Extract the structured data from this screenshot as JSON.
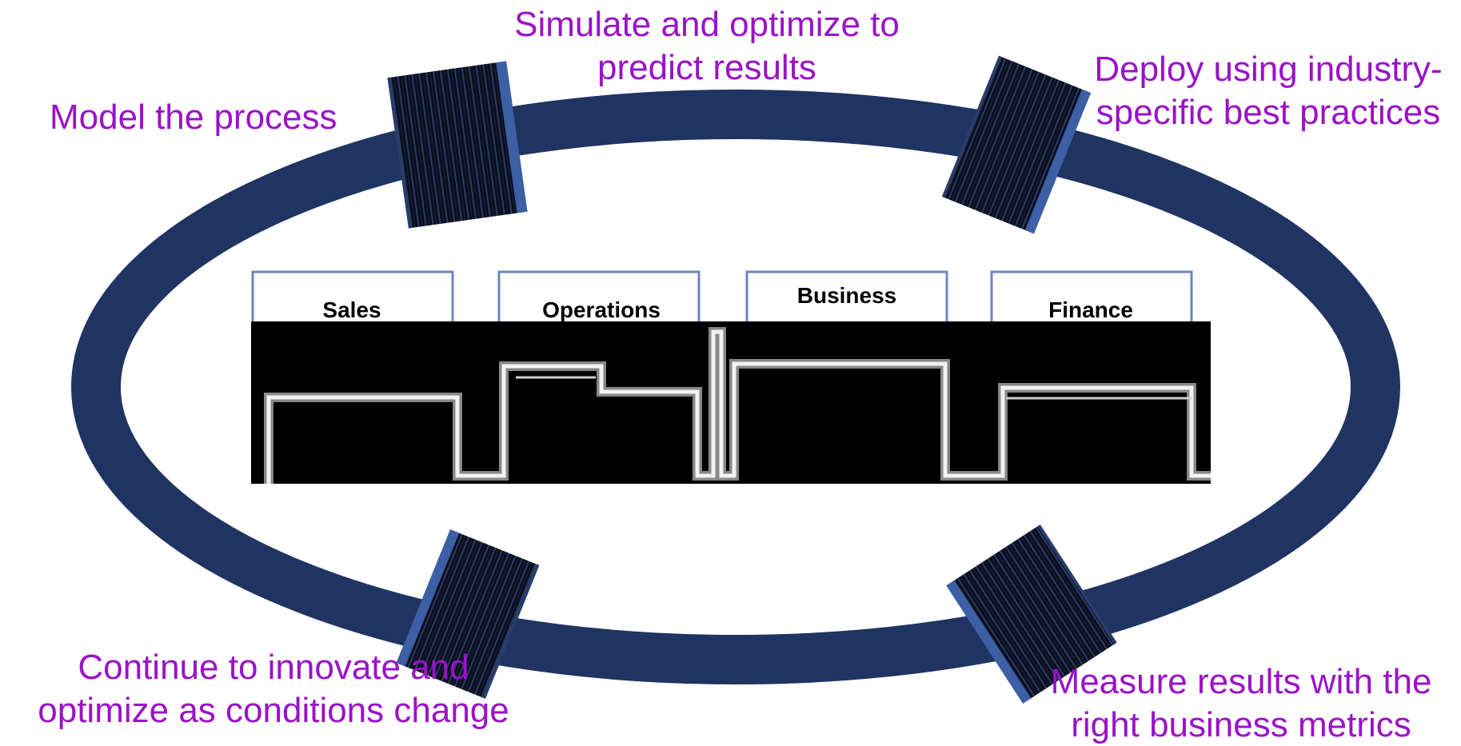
{
  "cycle_steps": {
    "model": "Model the process",
    "simulate": [
      "Simulate and optimize to",
      "predict results"
    ],
    "deploy": [
      "Deploy using industry-",
      "specific best practices"
    ],
    "measure": [
      "Measure results with the",
      "right business metrics"
    ],
    "continue": [
      "Continue to innovate and",
      "optimize as conditions change"
    ]
  },
  "departments": [
    "Sales",
    "Operations",
    "Business Partners",
    "Finance"
  ],
  "departments_visible_text": [
    "Sales",
    "Operations",
    "Business",
    "Finance"
  ],
  "colors": {
    "ring": "#1f3462",
    "label": "#9a12c8",
    "connector_dark": "#0a0e1c",
    "connector_light": "#3d5fa5",
    "dept_border": "#6b87bb",
    "flow_band": "#000000",
    "flow_line": "#dcdcdc"
  },
  "icons": [
    "ring-connector-icon"
  ]
}
